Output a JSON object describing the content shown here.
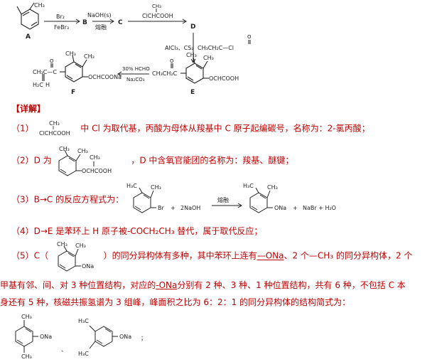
{
  "scheme": {
    "label_a": "A",
    "label_b": "B",
    "label_c": "C",
    "label_d": "D",
    "label_e": "E",
    "label_f": "F",
    "a_ch3": "CH₃",
    "step1_top": "Br₂",
    "step1_bottom": "FeBr₃",
    "step2_top": "NaOH(s)",
    "step2_bottom": "熔融",
    "reagent3_ch3": "CH₃",
    "reagent3": "ClCHCOOH",
    "step4_left": "AlCl₃、CS₂",
    "step4_right": "CH₃CH₂C—Cl",
    "step4_o": "O",
    "step5_top": "30% HCHO",
    "step5_bottom": "Na₂CO₃",
    "f_ch3_1": "CH₃",
    "f_ch3_2": "CH₃",
    "f_sub": "OCHCOONa",
    "f_left": "CH₃C—C",
    "f_o": "O",
    "f_h2c": "H₂C",
    "f_h": "H",
    "e_ch3_1": "CH₃",
    "e_ch3_2": "CH₃",
    "e_sub": "OCHCOOH",
    "e_left": "CH₃CH₂C",
    "e_o": "O"
  },
  "heading": "【详解】",
  "l1": {
    "num": "（1）",
    "mol_ch3": "CH₃",
    "mol_main": "ClCHCOOH",
    "text": "中 Cl 为取代基，丙酸为母体从羧基中 C 原子起编碳号，名称为：2-氯丙酸；"
  },
  "l2": {
    "num": "（2）D 为",
    "mol_ch3_1": "CH₃",
    "mol_ch3_2": "CH₃",
    "mol_sub": "OCHCOOH",
    "text": "，D 中含氧官能团的名称为：羧基、醚键；"
  },
  "l3": {
    "num": "（3）B→C 的反应方程式为：",
    "h3c": "H₃C",
    "ch3": "CH₃",
    "br": "Br",
    "plus1": "+",
    "naoh": "2NaOH",
    "cond": "熔融",
    "h3c2": "H₃C",
    "ch3_2": "CH₃",
    "ona": "ONa",
    "plus2": "+",
    "products": "NaBr + H₂O"
  },
  "l4": {
    "text": "（4）D→E 是苯环上 H 原子被-COCH₂CH₃ 替代，属于取代反应；"
  },
  "l5": {
    "num": "（5）C（",
    "ch3_1": "CH₃",
    "ch3_2": "CH₃",
    "ona": "ONa",
    "text_a": "）的同分异构体有多种，其中苯环上连有",
    "ona_u": "—ONa",
    "text_b": "、2 个—CH₃ 的同分异构体，2 个"
  },
  "l6": {
    "text_a": "甲基有邻、间、对 3 种位置结构，对应的",
    "ona_u": "-ONa",
    "text_b": "分别有 2 种、3 种、1 种位置结构，共有 6 种，不包括 C 本"
  },
  "l7": {
    "text": "身还有 5 种，核磁共振氢谱为 3 组峰，峰面积之比为 6：2：1 的同分异构体的结构简式为："
  },
  "ans": {
    "a1_ch3_top": "CH₃",
    "a1_ona": "ONa",
    "a1_ch3_bottom": "CH₃",
    "sep": "、",
    "a2_h3c_top": "H₃C",
    "a2_ona": "ONa",
    "a2_h3c_bottom": "H₃C",
    "end": "；"
  }
}
